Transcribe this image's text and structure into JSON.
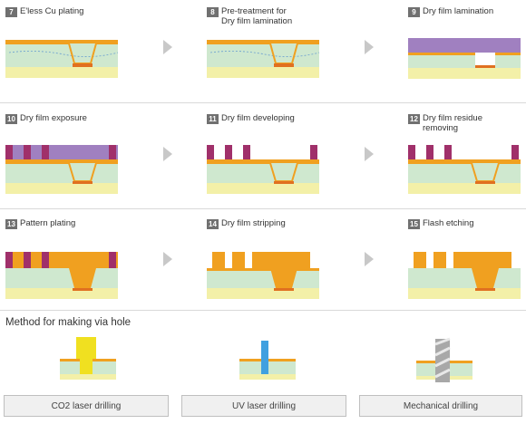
{
  "steps": [
    {
      "num": "7",
      "label": "E'less Cu plating"
    },
    {
      "num": "8",
      "label": "Pre-treatment for\nDry film lamination"
    },
    {
      "num": "9",
      "label": "Dry film lamination"
    },
    {
      "num": "10",
      "label": "Dry film exposure"
    },
    {
      "num": "11",
      "label": "Dry film developing"
    },
    {
      "num": "12",
      "label": "Dry film residue\nremoving"
    },
    {
      "num": "13",
      "label": "Pattern plating"
    },
    {
      "num": "14",
      "label": "Dry film stripping"
    },
    {
      "num": "15",
      "label": "Flash etching"
    }
  ],
  "section_title": "Method for making via hole",
  "methods": [
    {
      "label": "CO2 laser drilling"
    },
    {
      "label": "UV laser drilling"
    },
    {
      "label": "Mechanical drilling"
    }
  ],
  "colors": {
    "copper": "#f0a020",
    "base": "#f3f0a8",
    "insulator": "#cfe8cf",
    "dryfilm": "#a080c0",
    "mask": "#a0306a",
    "arrow": "#c8c8c8",
    "laser_co2": "#f0e020",
    "laser_uv": "#40a0e0",
    "drill": "#a8a8a8"
  }
}
